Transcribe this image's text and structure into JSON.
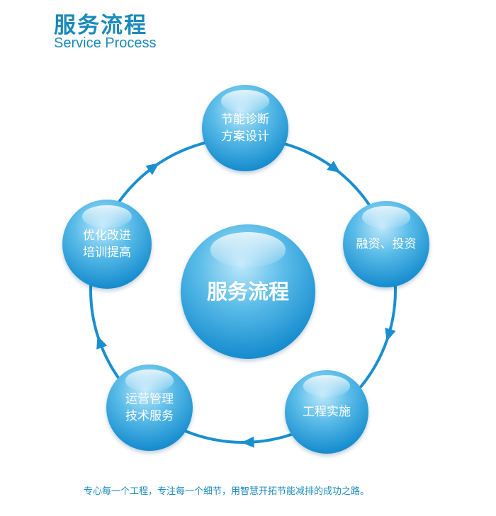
{
  "header": {
    "title": "服务流程",
    "subtitle": "Service Process"
  },
  "center": {
    "label": "服务流程"
  },
  "steps": [
    {
      "label": "节能诊断\n方案设计"
    },
    {
      "label": "融资、投资"
    },
    {
      "label": "工程实施"
    },
    {
      "label": "运营管理\n技术服务"
    },
    {
      "label": "优化改进\n培训提高"
    }
  ],
  "footer": "专心每一个工程，专注每一个细节，用智慧开拓节能减排的成功之路。",
  "colors": {
    "accent": "#1a8ab8",
    "ring": "#1a8fd0"
  }
}
